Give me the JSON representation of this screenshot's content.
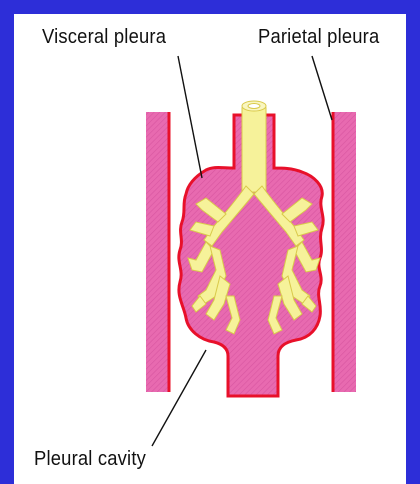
{
  "labels": {
    "visceral": "Visceral pleura",
    "parietal": "Parietal pleura",
    "cavity": "Pleural cavity"
  },
  "colors": {
    "frame": "#2d2ed8",
    "tissue_pink": "#e86ab0",
    "pleura_red": "#e8102a",
    "bronchi_yellow": "#f6f29a"
  }
}
